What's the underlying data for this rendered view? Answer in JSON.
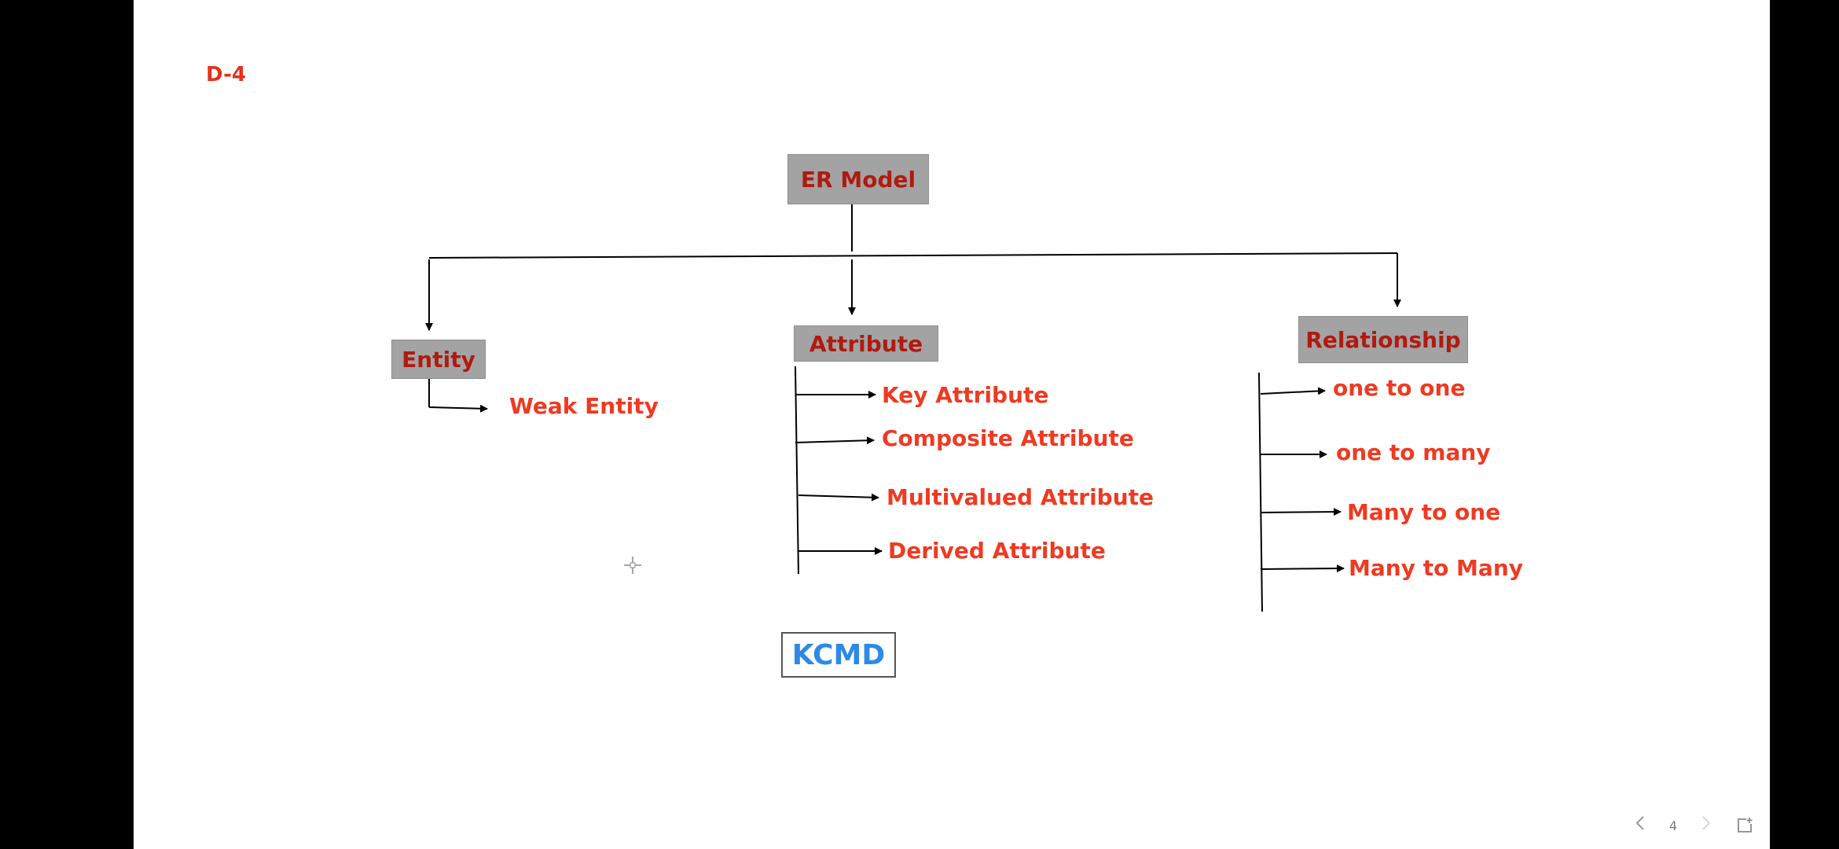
{
  "slide": {
    "id_label": "D-4",
    "root": "ER Model",
    "branches": {
      "entity": {
        "label": "Entity",
        "items": [
          "Weak Entity"
        ]
      },
      "attribute": {
        "label": "Attribute",
        "items": [
          "Key Attribute",
          "Composite Attribute",
          "Multivalued Attribute",
          "Derived Attribute"
        ]
      },
      "relationship": {
        "label": "Relationship",
        "items": [
          "one to one",
          "one to many",
          "Many to one",
          "Many to Many"
        ]
      }
    },
    "logo_text": "KCMD"
  },
  "viewer": {
    "page_number": "4",
    "prev_icon": "chevron-left-icon",
    "next_icon": "chevron-right-icon",
    "open_icon": "open-external-icon"
  },
  "colors": {
    "node_fill": "#a3a3a3",
    "node_text": "#b01a10",
    "leaf_text": "#ee3a22",
    "logo_text": "#2c8ae6",
    "background": "#000000",
    "slide": "#ffffff"
  }
}
